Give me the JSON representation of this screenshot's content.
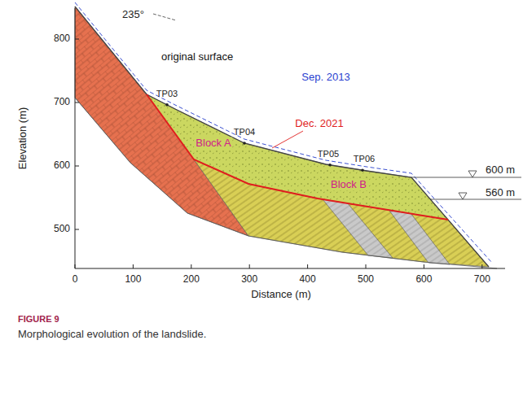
{
  "diagram": {
    "caption": "Morphological evolution of the landslide.",
    "labels": [
      "235°",
      "original surface",
      "Sep. 2013",
      "Dec. 2021",
      "TP03",
      "TP04",
      "TP05",
      "TP06",
      "Block A",
      "Block B",
      "600 m",
      "560 m",
      "Elevation (m)",
      "Distance (m)",
      "0",
      "100",
      "200",
      "300",
      "400",
      "500",
      "600",
      "700",
      "500",
      "600",
      "700",
      "800",
      "FIGURE 9"
    ]
  }
}
